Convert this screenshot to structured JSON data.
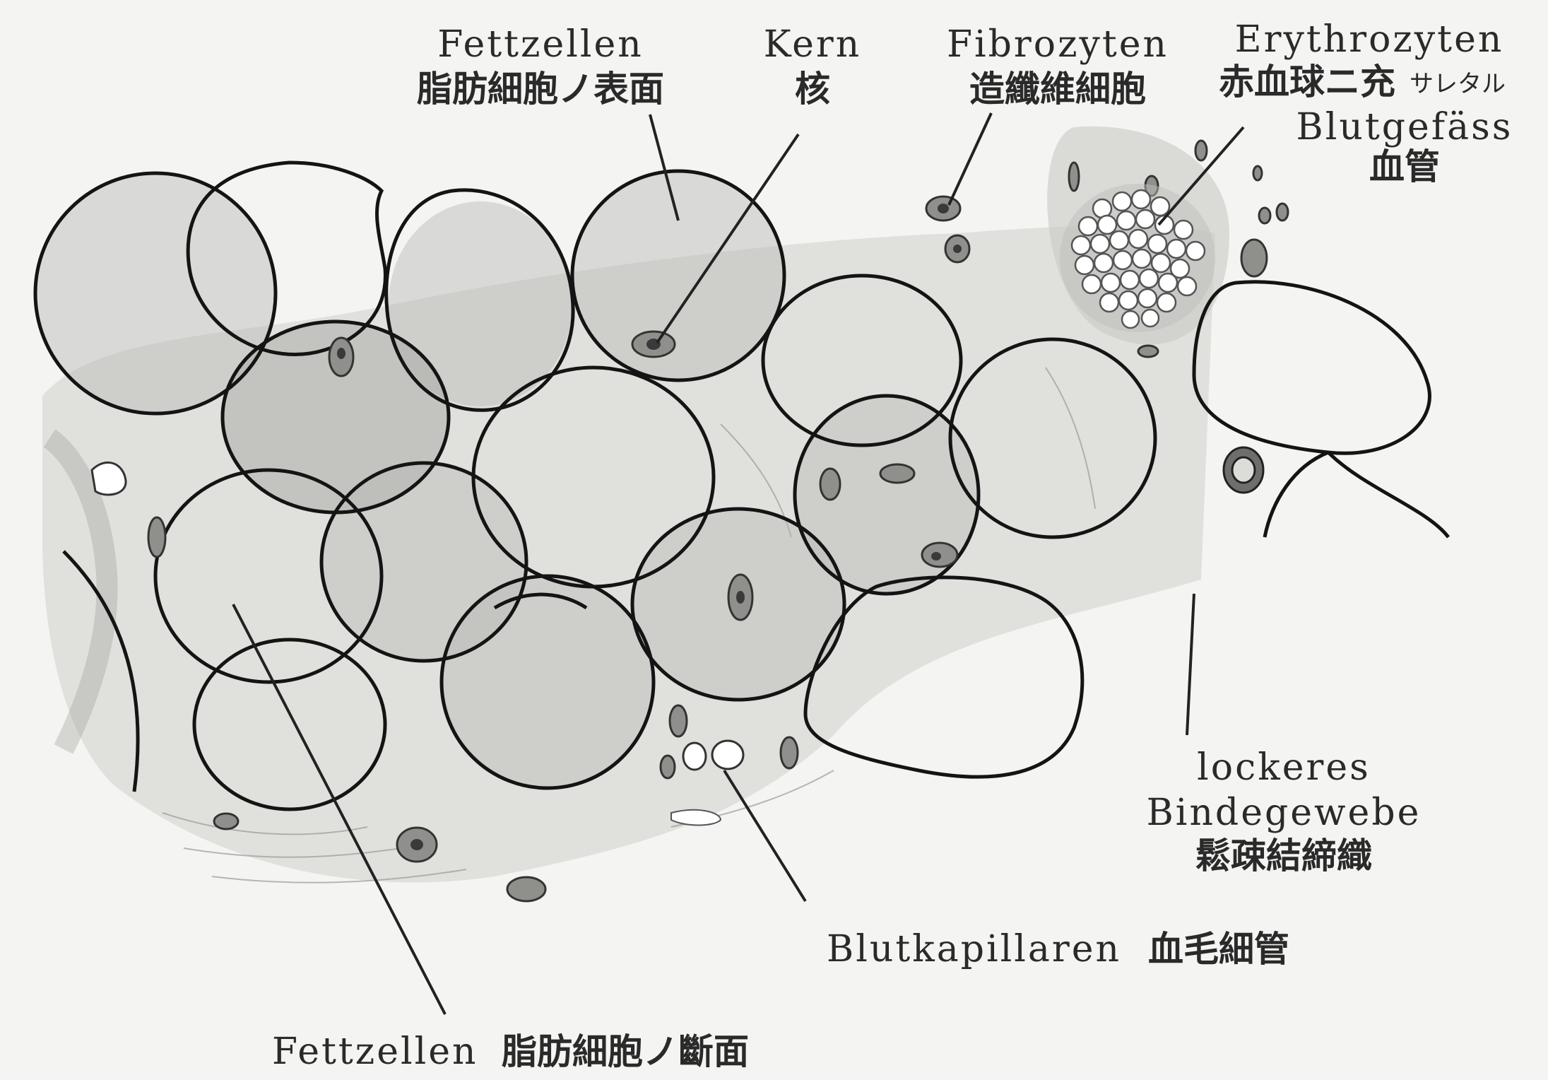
{
  "labels": {
    "fettzellen_surface_de": "Fettzellen",
    "fettzellen_surface_jp": "脂肪細胞ノ表面",
    "kern_de": "Kern",
    "kern_jp": "核",
    "fibrozyten_de": "Fibrozyten",
    "fibrozyten_jp": "造纖維細胞",
    "erythrozyten_de": "Erythrozyten",
    "erythrozyten_jp": "赤血球ニ充",
    "erythrozyten_jp_small": "サレタル",
    "blutgefass_de": "Blutgefäss",
    "blutgefass_jp": "血管",
    "lockeres_de_1": "lockeres",
    "lockeres_de_2": "Bindegewebe",
    "lockeres_jp": "鬆疎結締織",
    "blutkapillaren_de": "Blutkapillaren",
    "blutkapillaren_jp": "血毛細管",
    "fettzellen_section_de": "Fettzellen",
    "fettzellen_section_jp": "脂肪細胞ノ斷面"
  }
}
